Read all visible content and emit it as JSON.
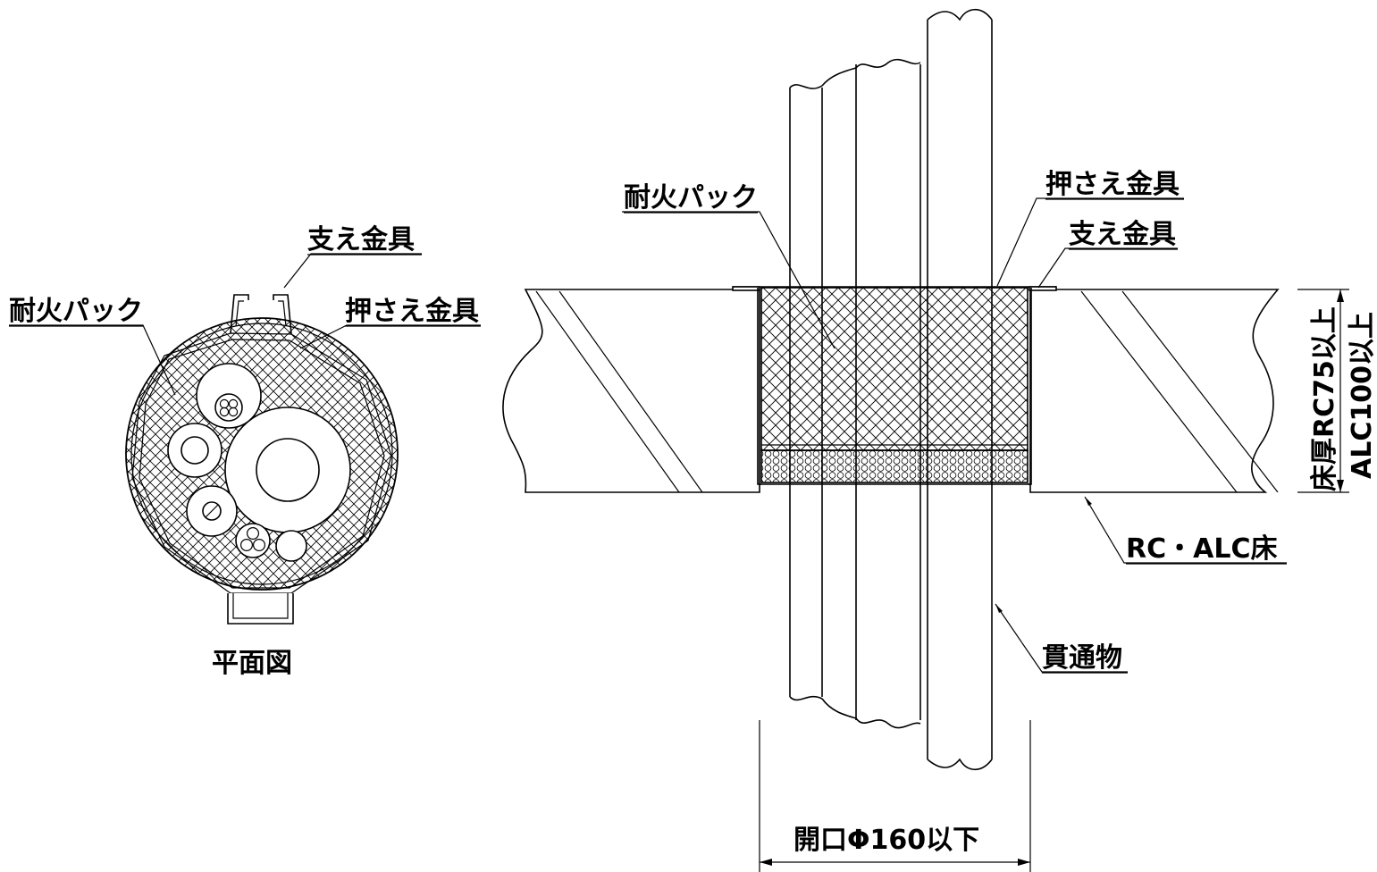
{
  "plan_view": {
    "title": "平面図",
    "labels": {
      "support_bracket": "支え金具",
      "fire_pack": "耐火パック",
      "press_bracket": "押さえ金具"
    }
  },
  "section_view": {
    "labels": {
      "fire_pack": "耐火パック",
      "press_bracket": "押さえ金具",
      "support_bracket": "支え金具",
      "floor": "RC・ALC床",
      "penetrant": "貫通物",
      "opening": "開口Φ160以下",
      "thickness_rc": "床厚RC75以上",
      "thickness_alc": "ALC100以上"
    }
  },
  "colors": {
    "line": "#000000",
    "background": "#ffffff"
  }
}
